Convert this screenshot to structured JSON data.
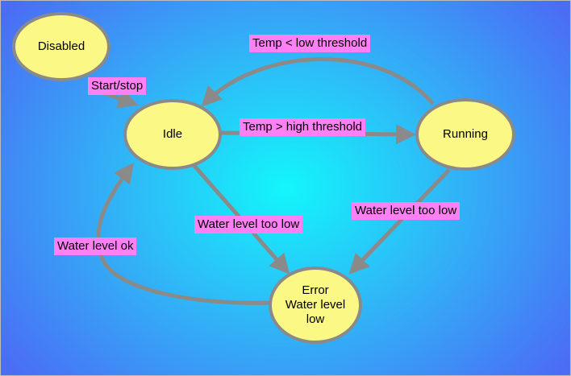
{
  "diagram": {
    "colors": {
      "node_fill": "#fbf885",
      "node_border": "#8a8a8a",
      "label_fill": "#ff7ff5",
      "edge": "#8a8a8a"
    },
    "states": {
      "disabled": "Disabled",
      "idle": "Idle",
      "running": "Running",
      "error_line1": "Error",
      "error_line2": "Water level",
      "error_line3": "low"
    },
    "transitions": {
      "start_stop": "Start/stop",
      "temp_low": "Temp < low threshold",
      "temp_high": "Temp > high threshold",
      "water_low_idle": "Water level too low",
      "water_low_running": "Water level too low",
      "water_ok": "Water level ok"
    }
  }
}
